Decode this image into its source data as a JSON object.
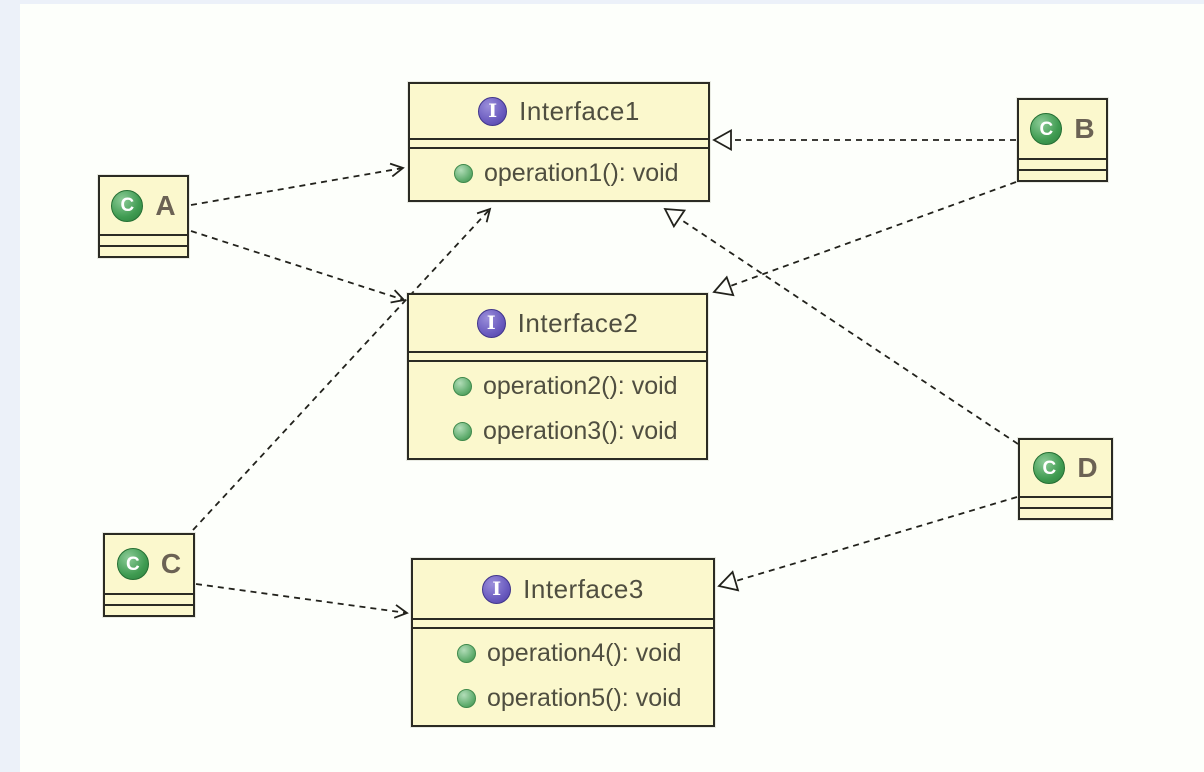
{
  "diagram": {
    "kind": "uml-class-diagram",
    "background": "#FDFFFB",
    "frame_color": "#ECF1F9",
    "node_fill": "#FBF8CD",
    "node_border": "#2B2B23",
    "interface_badge_color": "#6A5BBF",
    "class_badge_color": "#3F9B51",
    "method_bullet_color": "#5FAC6D",
    "text_color": "#4F4E40"
  },
  "icons": {
    "interface_badge": "I",
    "class_badge": "C"
  },
  "nodes": {
    "interface1": {
      "type": "interface",
      "title": "Interface1",
      "operations": [
        "operation1(): void"
      ]
    },
    "interface2": {
      "type": "interface",
      "title": "Interface2",
      "operations": [
        "operation2(): void",
        "operation3(): void"
      ]
    },
    "interface3": {
      "type": "interface",
      "title": "Interface3",
      "operations": [
        "operation4(): void",
        "operation5(): void"
      ]
    },
    "classA": {
      "type": "class",
      "title": "A"
    },
    "classB": {
      "type": "class",
      "title": "B"
    },
    "classC": {
      "type": "class",
      "title": "C"
    },
    "classD": {
      "type": "class",
      "title": "D"
    }
  },
  "edges": [
    {
      "from": "A",
      "to": "Interface1",
      "kind": "dependency",
      "style": "dashed-open-arrow"
    },
    {
      "from": "A",
      "to": "Interface2",
      "kind": "dependency",
      "style": "dashed-open-arrow"
    },
    {
      "from": "C",
      "to": "Interface1",
      "kind": "dependency",
      "style": "dashed-open-arrow"
    },
    {
      "from": "C",
      "to": "Interface3",
      "kind": "dependency",
      "style": "dashed-open-arrow"
    },
    {
      "from": "B",
      "to": "Interface1",
      "kind": "realization",
      "style": "dashed-hollow-triangle"
    },
    {
      "from": "B",
      "to": "Interface2",
      "kind": "realization",
      "style": "dashed-hollow-triangle"
    },
    {
      "from": "D",
      "to": "Interface1",
      "kind": "realization",
      "style": "dashed-hollow-triangle"
    },
    {
      "from": "D",
      "to": "Interface3",
      "kind": "realization",
      "style": "dashed-hollow-triangle"
    }
  ]
}
